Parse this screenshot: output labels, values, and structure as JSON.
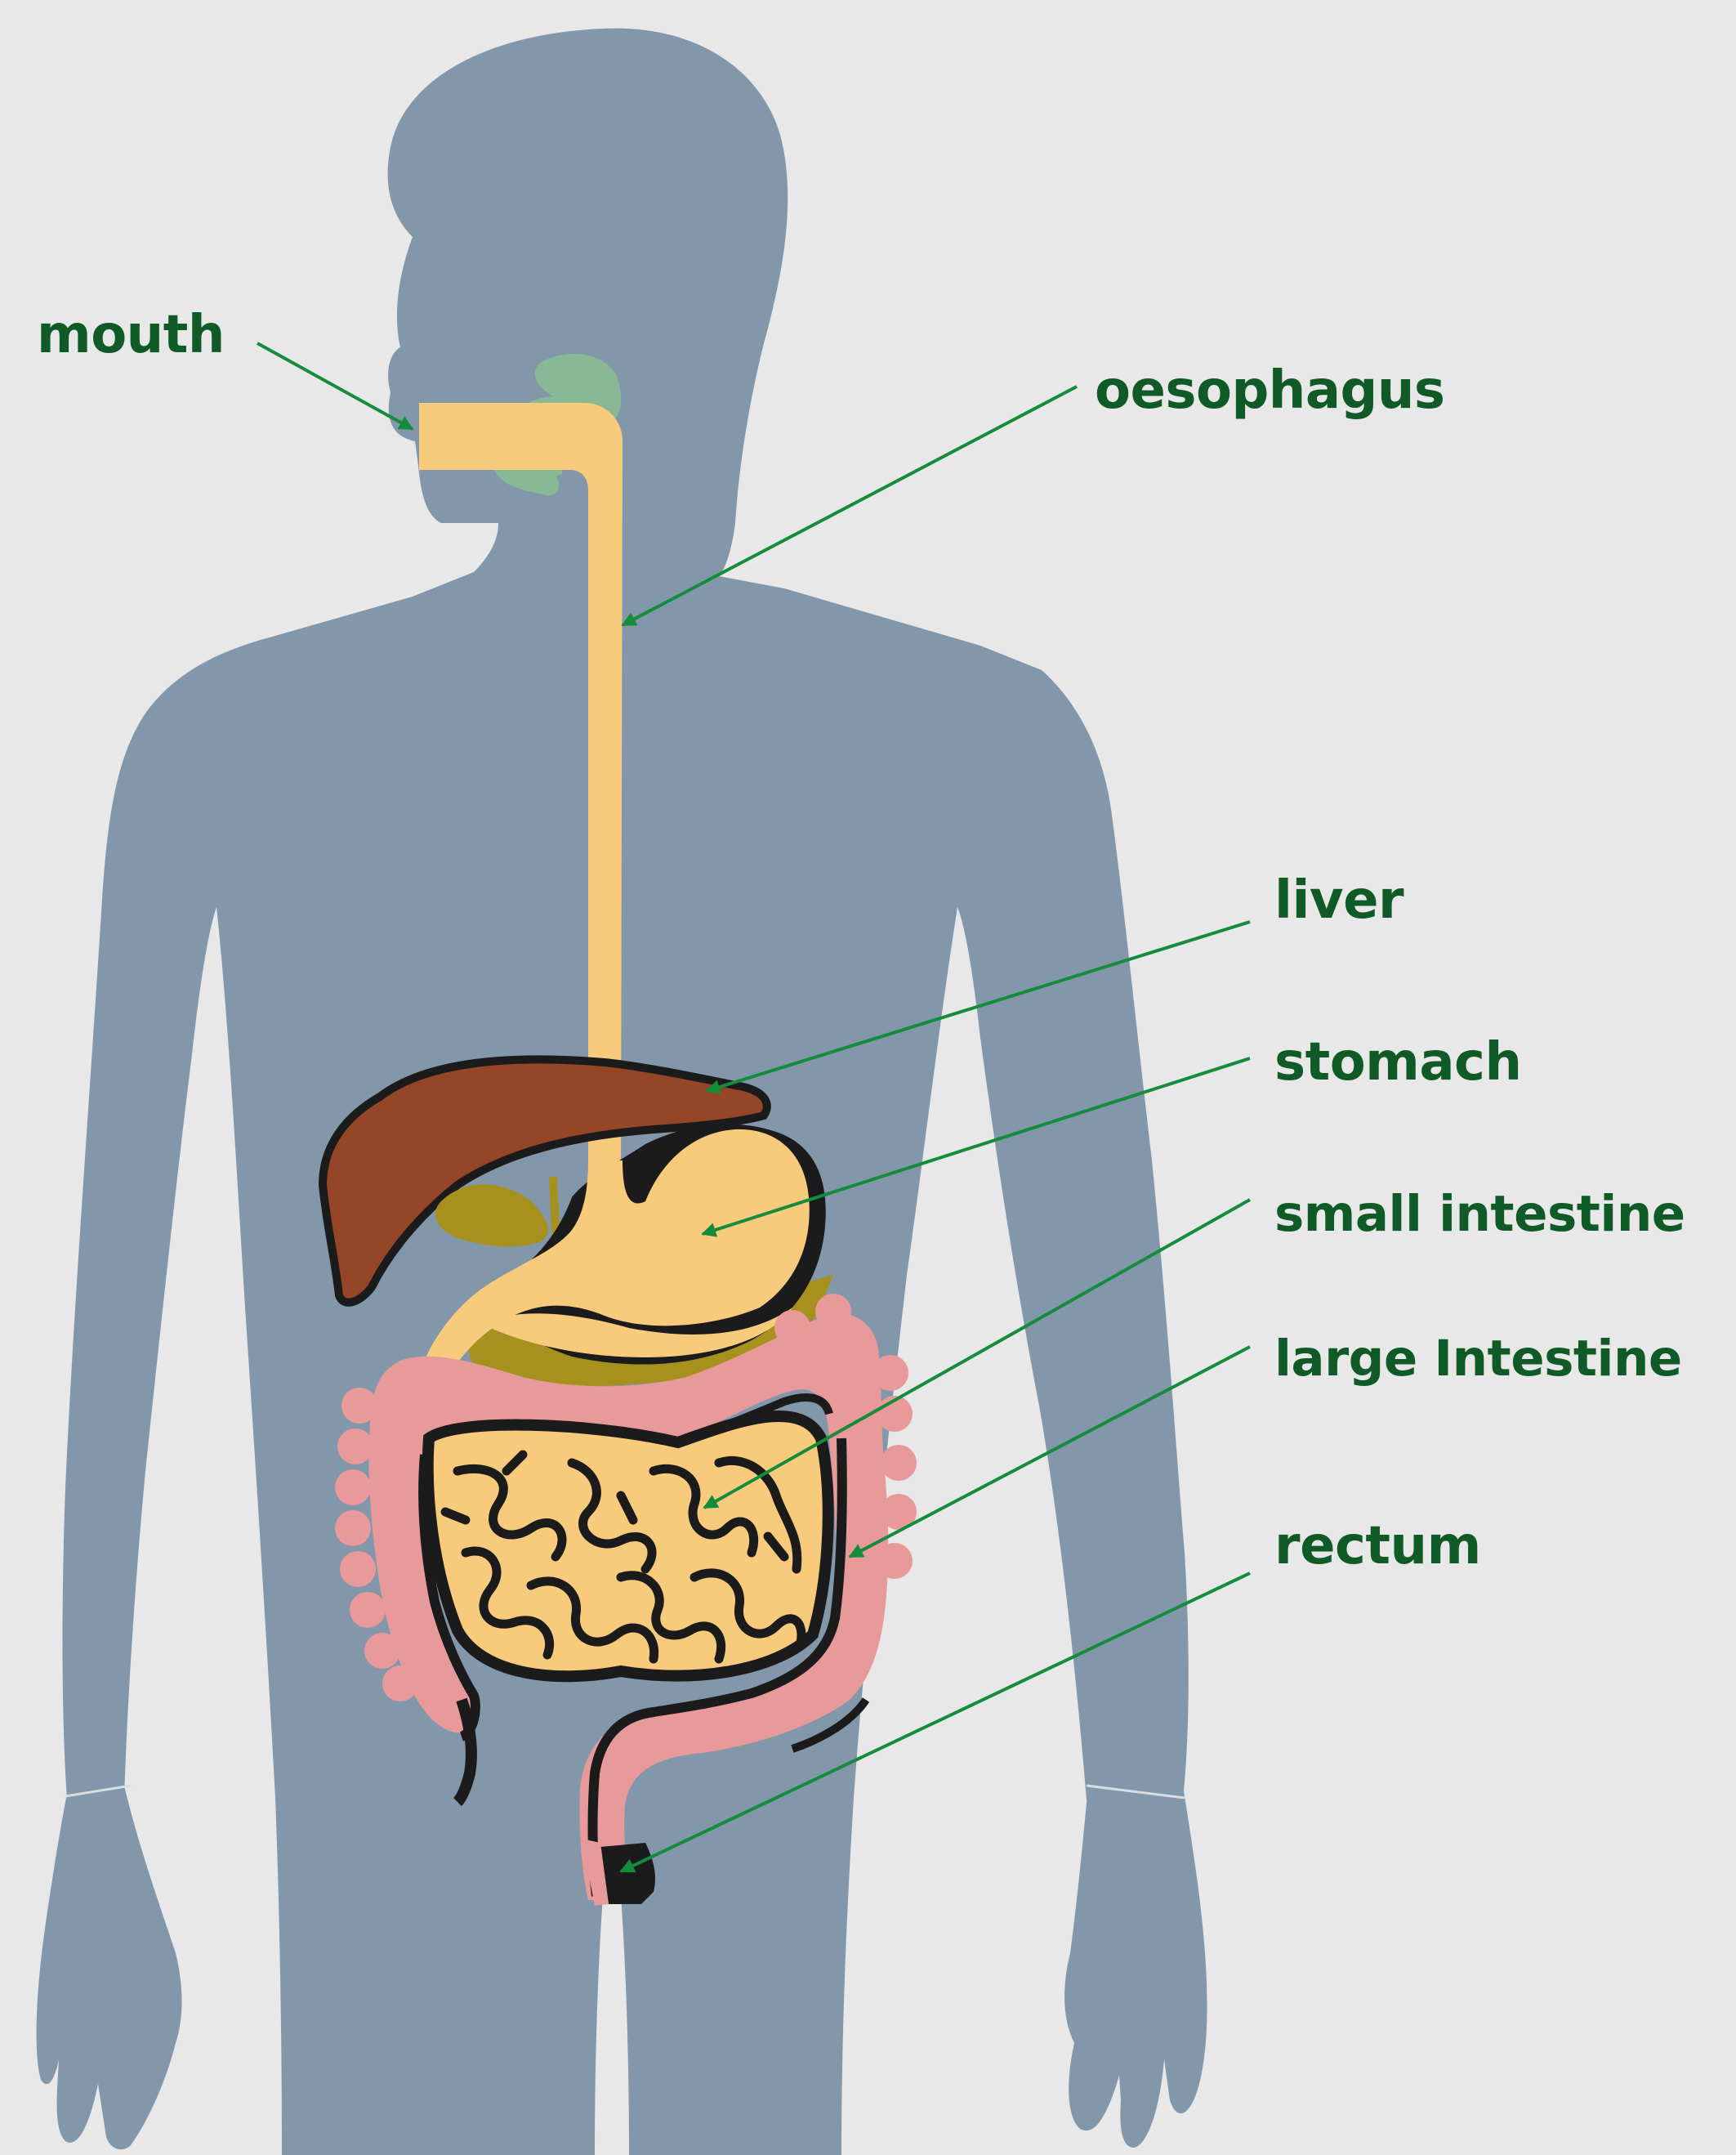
{
  "colors": {
    "background": "#e8e8e8",
    "body": "#8397aa",
    "label_text": "#0f5a26",
    "arrow": "#148c3c",
    "digestive_tract": "#f8cb7c",
    "liver": "#944626",
    "gallbladder": "#a6911e",
    "large_intestine": "#e79a99",
    "outline": "#1b1b1b",
    "salivary_glands": "#88b894"
  },
  "labels": {
    "mouth": "mouth",
    "oesophagus": "oesophagus",
    "liver": "liver",
    "stomach": "stomach",
    "small_intestine": "small intestine",
    "large_intestine": "large Intestine",
    "rectum": "rectum"
  }
}
